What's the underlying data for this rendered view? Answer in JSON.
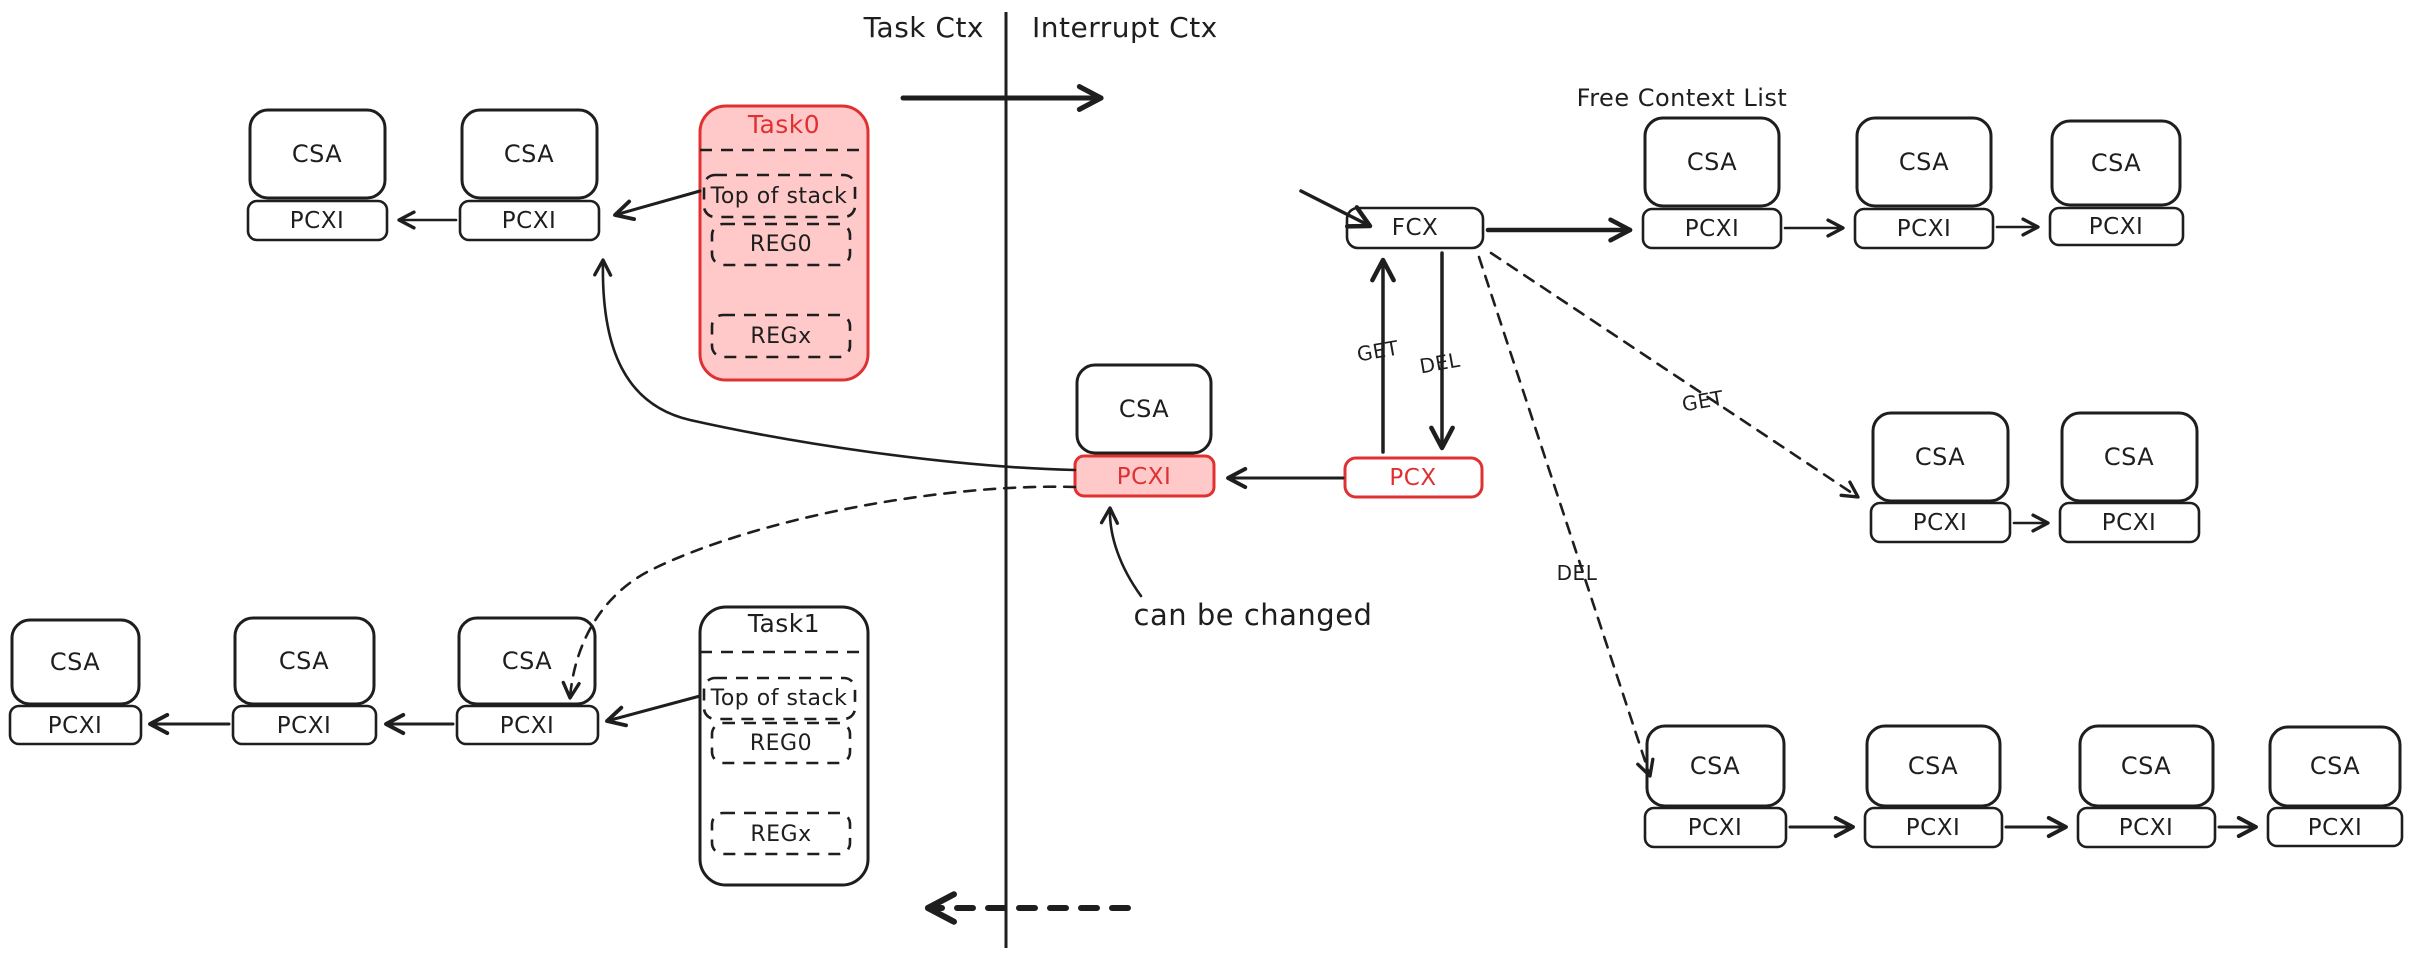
{
  "colors": {
    "ink": "#1e1e1e",
    "accent": "#e03131",
    "accent_fill": "#ffc9c9",
    "background": "#ffffff"
  },
  "header": {
    "left": "Task Ctx",
    "right": "Interrupt Ctx"
  },
  "registers": {
    "csa": "CSA",
    "pcxi": "PCXI",
    "fcx": "FCX",
    "pcx": "PCX"
  },
  "ops": {
    "get": "GET",
    "del": "DEL"
  },
  "tasks": {
    "task0": {
      "title": "Task0",
      "slot_top": "Top of stack",
      "slot_reg0": "REG0",
      "slot_regx": "REGx",
      "highlighted": true
    },
    "task1": {
      "title": "Task1",
      "slot_top": "Top of stack",
      "slot_reg0": "REG0",
      "slot_regx": "REGx",
      "highlighted": false
    }
  },
  "annotations": {
    "free_context_list": "Free Context List",
    "can_be_changed": "can be changed"
  },
  "chains": {
    "task0_saved_contexts": {
      "node_top": "CSA",
      "node_bottom": "PCXI",
      "node_count": 2,
      "link_direction": "right-to-left"
    },
    "task1_saved_contexts": {
      "node_top": "CSA",
      "node_bottom": "PCXI",
      "node_count": 3,
      "link_direction": "right-to-left"
    },
    "free_context_list": {
      "node_top": "CSA",
      "node_bottom": "PCXI",
      "node_count": 3,
      "link_direction": "left-to-right",
      "head": "FCX"
    },
    "get_result_chain": {
      "node_top": "CSA",
      "node_bottom": "PCXI",
      "node_count": 2,
      "link_direction": "left-to-right"
    },
    "del_result_chain": {
      "node_top": "CSA",
      "node_bottom": "PCXI",
      "node_count": 4,
      "link_direction": "left-to-right"
    },
    "interrupt_active_context": {
      "node_top": "CSA",
      "node_bottom": "PCXI",
      "node_count": 1,
      "pcxi_highlighted": true
    }
  }
}
